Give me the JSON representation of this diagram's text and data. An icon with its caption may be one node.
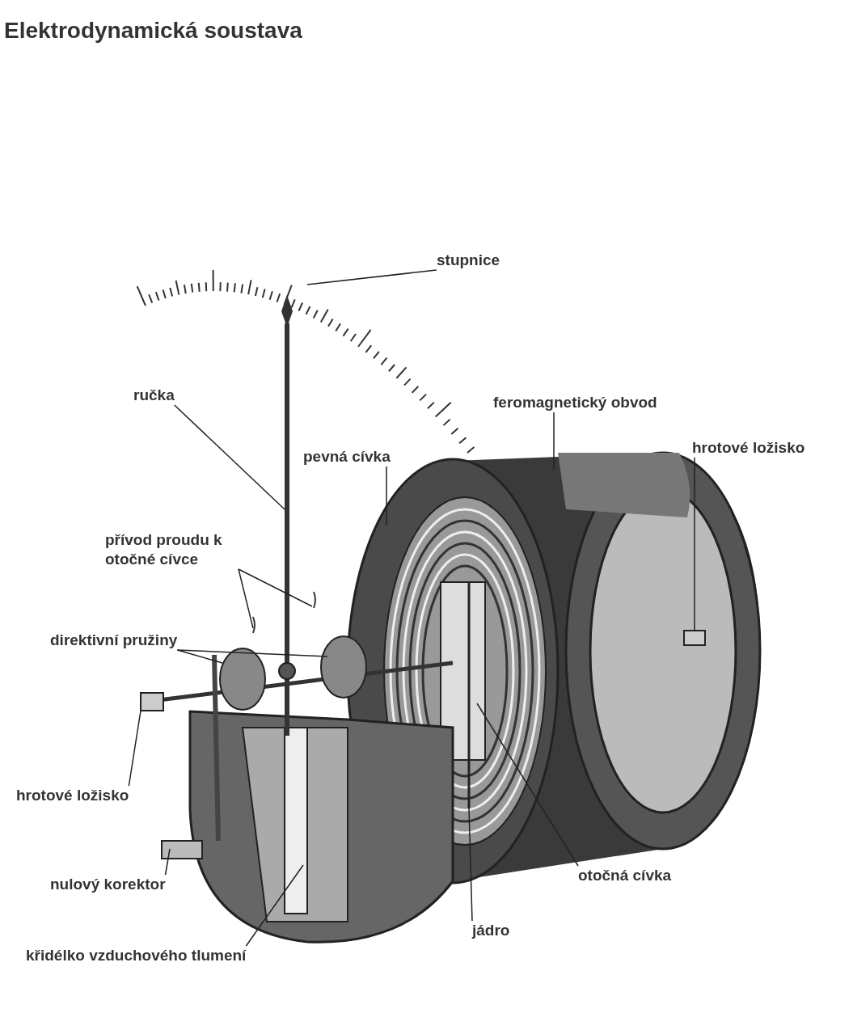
{
  "diagram": {
    "title": "Elektrodynamická soustava",
    "nodes": [
      {
        "text": [
          "stupnice"
        ]
      },
      {
        "text": [
          "ručka"
        ]
      },
      {
        "text": [
          "feromagnetický obvod"
        ]
      },
      {
        "text": [
          "pevná cívka"
        ]
      },
      {
        "text": [
          "hrotové ložisko"
        ]
      },
      {
        "text": [
          "přívod proudu k otočné cívce"
        ]
      },
      {
        "text": [
          "direktivní pružiny"
        ]
      },
      {
        "text": [
          "hrotové ložisko"
        ]
      },
      {
        "text": [
          "nulový korektor"
        ]
      },
      {
        "text": [
          "otočná cívka"
        ]
      },
      {
        "text": [
          "jádro"
        ]
      },
      {
        "text": [
          "křidélko vzduchového tlumení"
        ]
      },
      {
        "text": [],
        "shape": "box"
      },
      {
        "text": [],
        "shape": "box"
      }
    ],
    "edges": [
      {
        "from": 0,
        "to": null,
        "arrow": "none"
      },
      {
        "from": 1,
        "to": null,
        "arrow": "none"
      },
      {
        "from": 2,
        "to": null,
        "arrow": "none"
      },
      {
        "from": 3,
        "to": null,
        "arrow": "none"
      },
      {
        "from": 4,
        "to": 12,
        "arrow": "none"
      },
      {
        "from": 5,
        "to": null,
        "arrow": "none"
      },
      {
        "from": 5,
        "to": null,
        "arrow": "none"
      },
      {
        "from": 6,
        "to": null,
        "arrow": "none"
      },
      {
        "from": 6,
        "to": null,
        "arrow": "none"
      },
      {
        "from": 7,
        "to": 13,
        "arrow": "none"
      },
      {
        "from": 8,
        "to": null,
        "arrow": "none"
      },
      {
        "from": 9,
        "to": null,
        "arrow": "none"
      },
      {
        "from": 10,
        "to": null,
        "arrow": "none"
      },
      {
        "from": 11,
        "to": null,
        "arrow": "none"
      }
    ]
  }
}
